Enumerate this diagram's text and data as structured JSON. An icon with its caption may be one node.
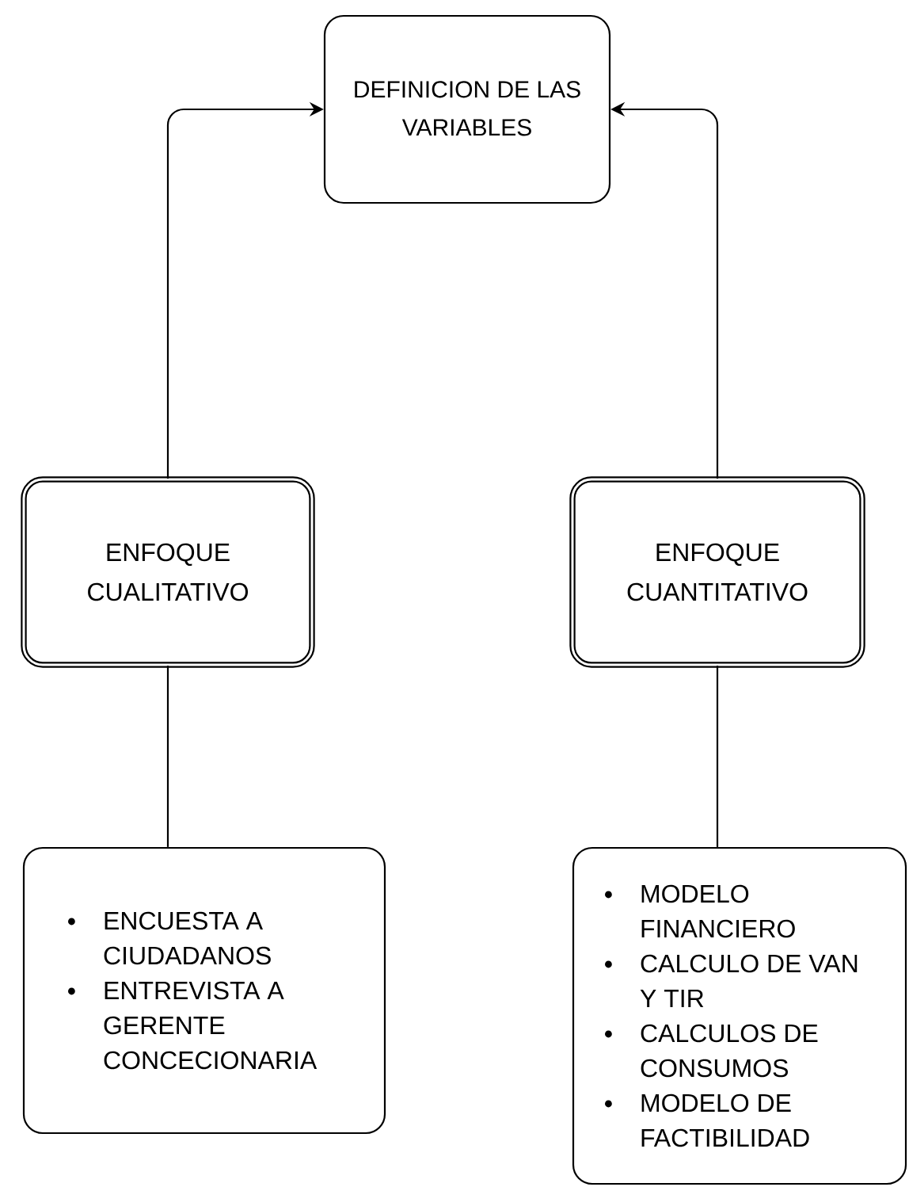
{
  "diagram": {
    "nodes": [
      {
        "text": [
          "DEFINICION DE LAS VARIABLES"
        ]
      },
      {
        "text": [
          "ENFOQUE CUALITATIVO"
        ]
      },
      {
        "text": [
          "ENFOQUE CUANTITATIVO"
        ]
      },
      {
        "text": [
          "ENCUESTA A CIUDADANOS",
          "ENTREVISTA A GERENTE CONCECIONARIA"
        ]
      },
      {
        "text": [
          "MODELO FINANCIERO",
          "CALCULO DE VAN Y TIR",
          "CALCULOS DE CONSUMOS",
          "MODELO DE FACTIBILIDAD"
        ]
      }
    ],
    "edges": [
      {
        "from": 1,
        "to": 0,
        "arrow": "to"
      },
      {
        "from": 2,
        "to": 0,
        "arrow": "to"
      },
      {
        "from": 1,
        "to": 3,
        "arrow": "none"
      },
      {
        "from": 2,
        "to": 4,
        "arrow": "none"
      }
    ]
  }
}
